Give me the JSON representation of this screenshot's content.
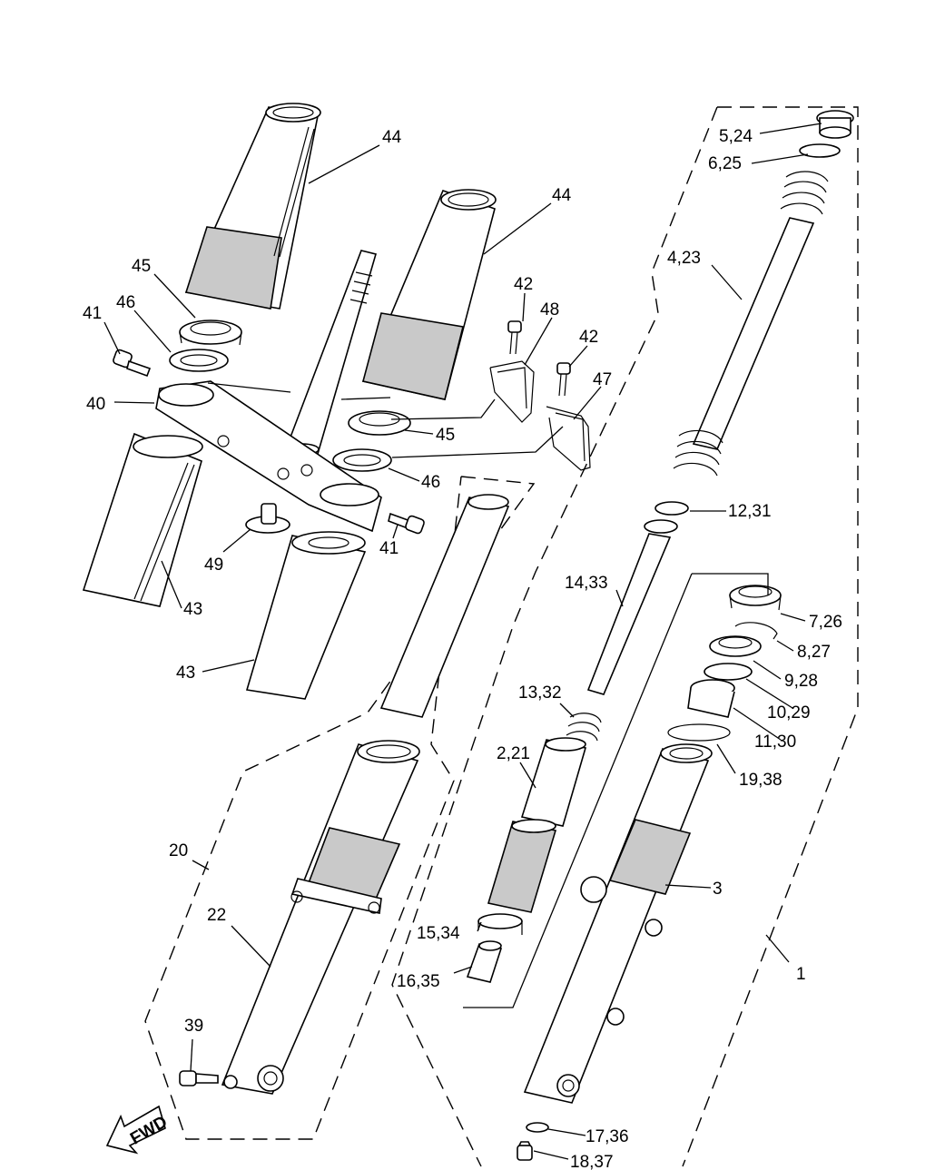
{
  "callouts": {
    "c1": "1",
    "c2_21": "2,21",
    "c3": "3",
    "c4_23": "4,23",
    "c5_24": "5,24",
    "c6_25": "6,25",
    "c7_26": "7,26",
    "c8_27": "8,27",
    "c9_28": "9,28",
    "c10_29": "10,29",
    "c11_30": "11,30",
    "c12_31": "12,31",
    "c13_32": "13,32",
    "c14_33": "14,33",
    "c15_34": "15,34",
    "c16_35": "16,35",
    "c17_36": "17,36",
    "c18_37": "18,37",
    "c19_38": "19,38",
    "c20": "20",
    "c22": "22",
    "c39": "39",
    "c40": "40",
    "c41a": "41",
    "c41b": "41",
    "c42a": "42",
    "c42b": "42",
    "c43a": "43",
    "c43b": "43",
    "c44a": "44",
    "c44b": "44",
    "c45a": "45",
    "c45b": "45",
    "c46a": "46",
    "c46b": "46",
    "c47": "47",
    "c48": "48",
    "c49": "49"
  },
  "fwd_label": "FWD"
}
